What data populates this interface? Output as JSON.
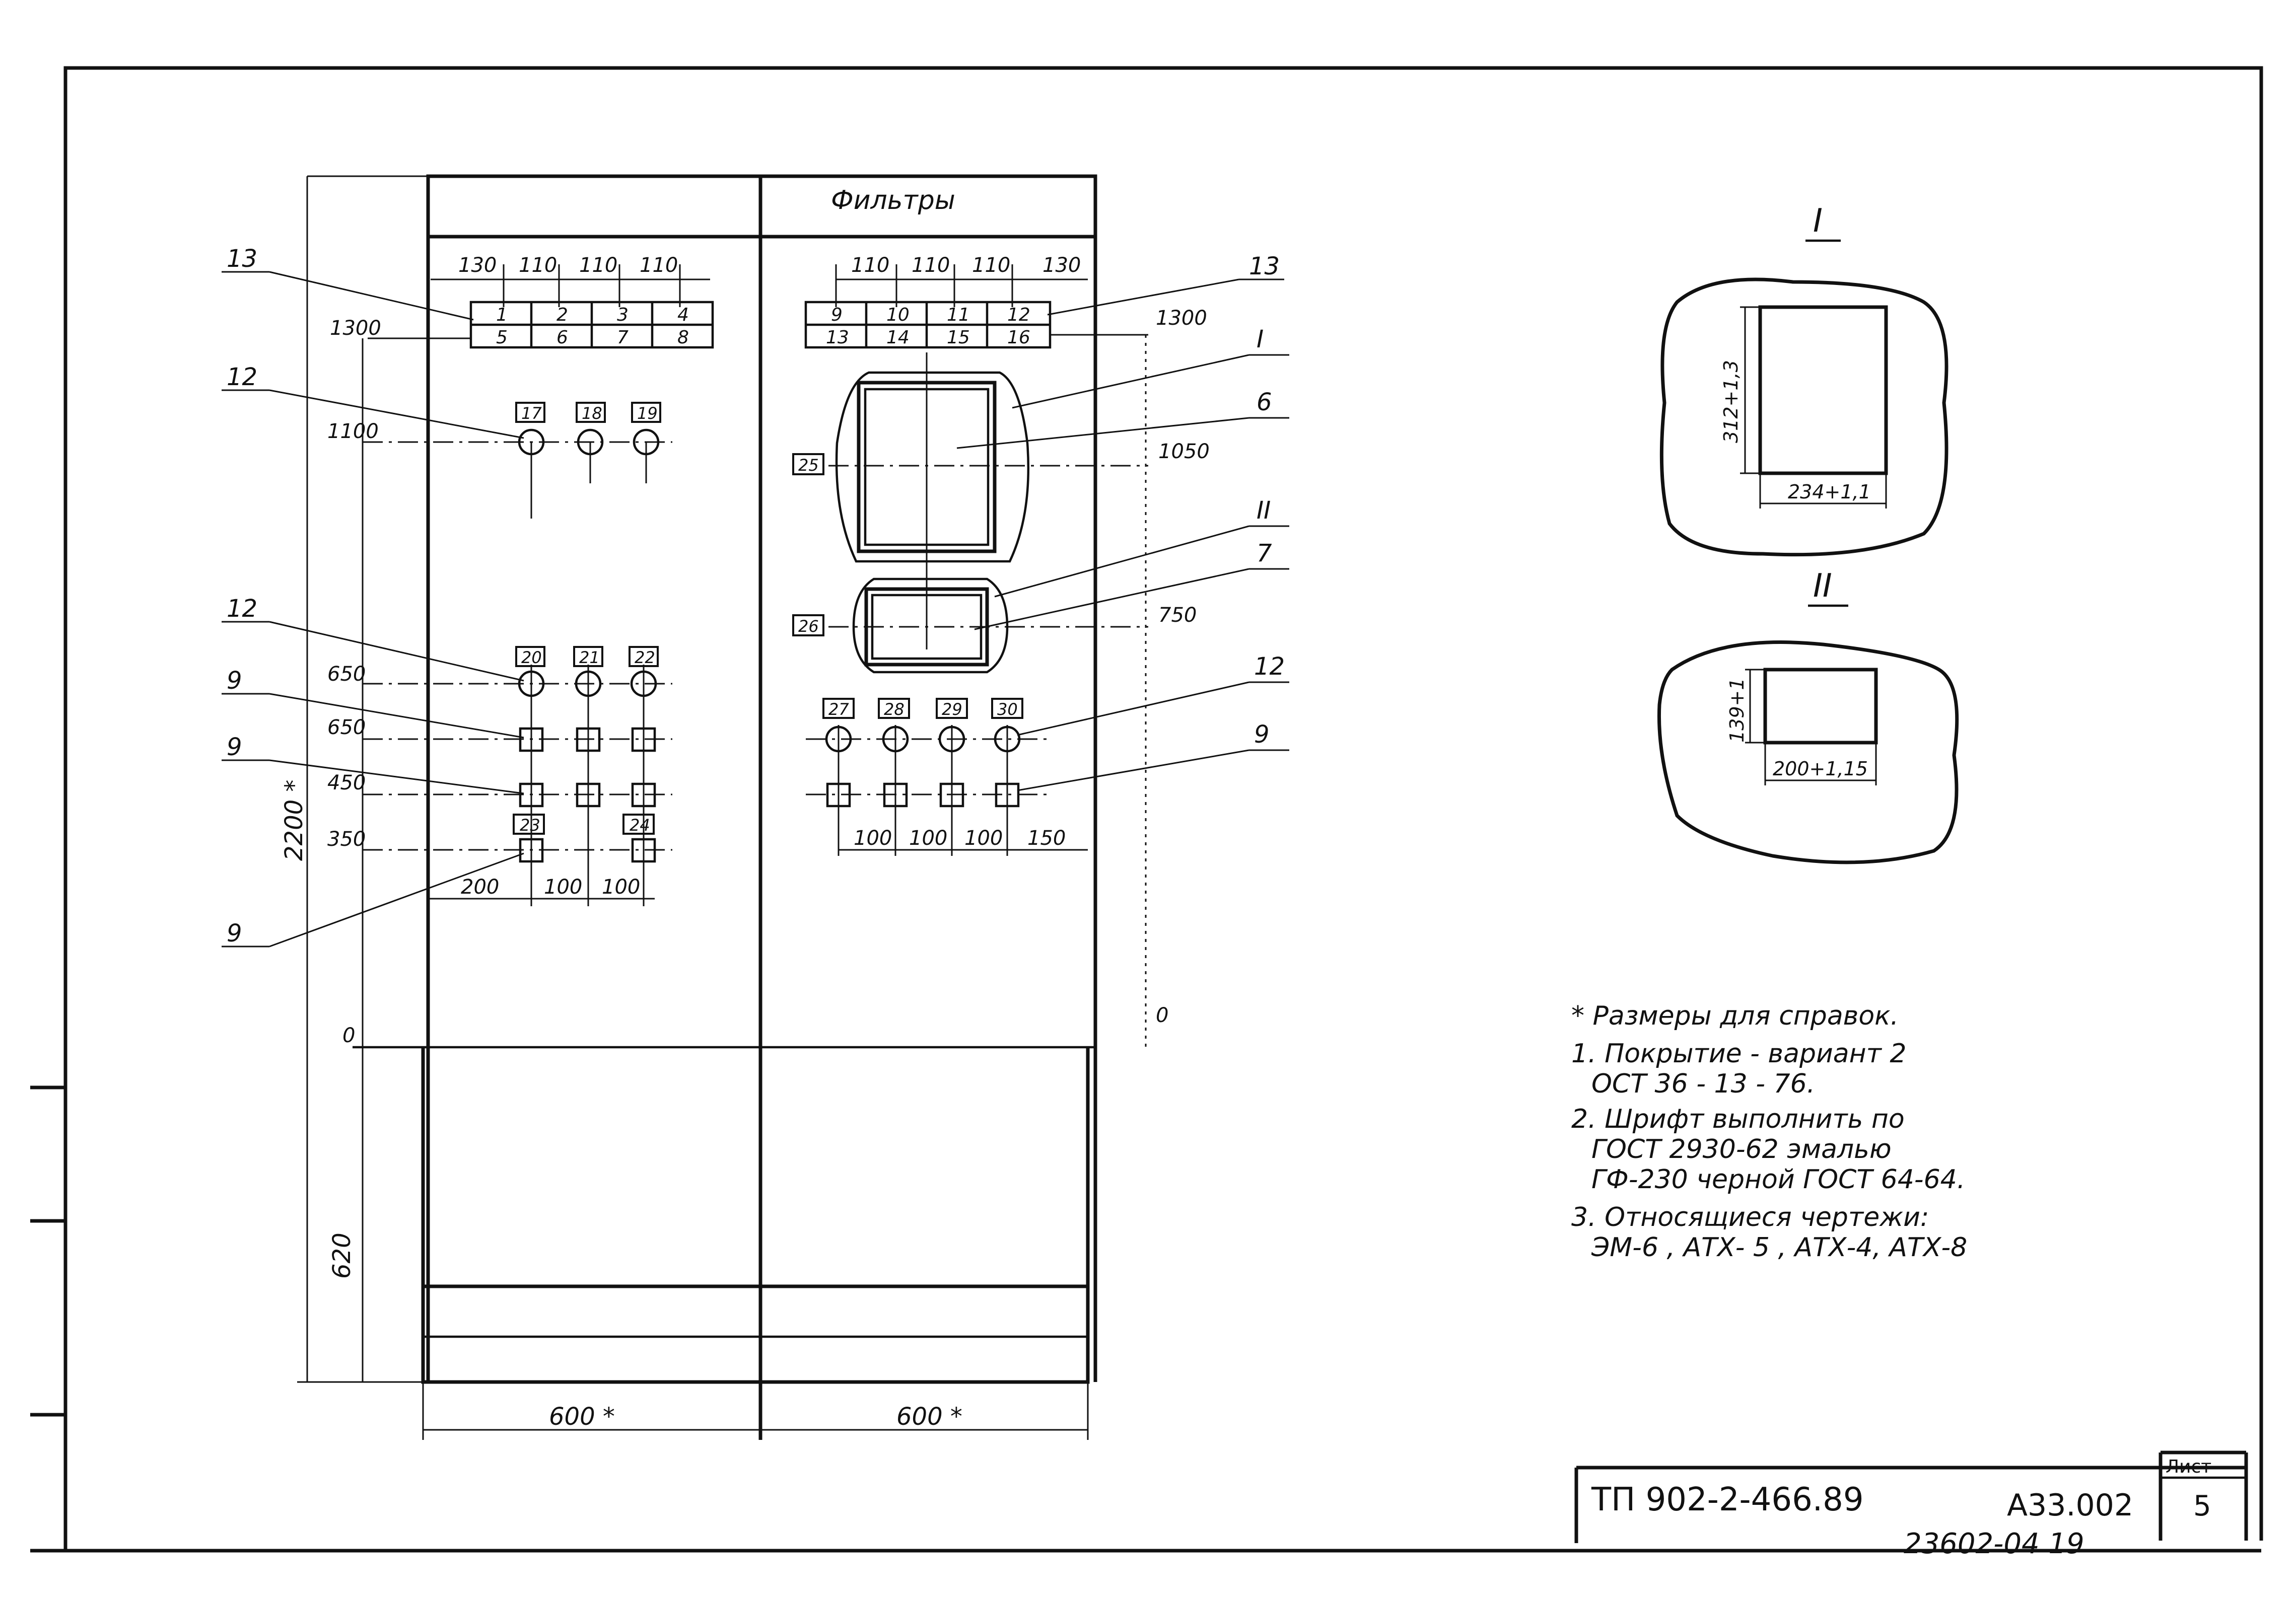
{
  "title_top": "Фильтры",
  "left_panel": {
    "top_dims": [
      "130",
      "110",
      "110",
      "110"
    ],
    "cells_row1": [
      "1",
      "2",
      "3",
      "4"
    ],
    "cells_row2": [
      "5",
      "6",
      "7",
      "8"
    ],
    "level_1300": "1300",
    "level_1100": "1100",
    "level_650a": "650",
    "level_650b": "650",
    "level_450": "450",
    "level_350": "350",
    "level_0": "0",
    "height_total": "2200 *",
    "height_base": "620",
    "width": "600 *",
    "bottom_dims": [
      "200",
      "100",
      "100"
    ],
    "lamp_tags_top": [
      "17",
      "18",
      "19"
    ],
    "lamp_tags_mid": [
      "20",
      "21",
      "22"
    ],
    "button_tags": [
      "23",
      "24"
    ]
  },
  "right_panel": {
    "top_dims": [
      "110",
      "110",
      "110",
      "130"
    ],
    "cells_row1": [
      "9",
      "10",
      "11",
      "12"
    ],
    "cells_row2": [
      "13",
      "14",
      "15",
      "16"
    ],
    "level_1300": "1300",
    "level_1050": "1050",
    "level_750": "750",
    "level_0": "0",
    "width": "600 *",
    "bottom_dims": [
      "100",
      "100",
      "100",
      "150"
    ],
    "lamp_tags": [
      "27",
      "28",
      "29",
      "30"
    ],
    "instrument_tags": [
      "25",
      "26"
    ]
  },
  "callouts": {
    "left": [
      "13",
      "12",
      "12",
      "9",
      "9",
      "9"
    ],
    "right": [
      "13",
      "I",
      "6",
      "II",
      "7",
      "12",
      "9"
    ]
  },
  "detail_views": {
    "view1": {
      "label": "I",
      "height": "312+1,3",
      "width": "234+1,1"
    },
    "view2": {
      "label": "II",
      "height": "139+1",
      "width": "200+1,15"
    }
  },
  "notes": {
    "ref": "* Размеры для справок.",
    "n1a": "1. Покрытие - вариант 2",
    "n1b": "ОСТ 36 - 13 - 76.",
    "n2a": "2. Шрифт выполнить по",
    "n2b": "ГОСТ 2930-62 эмалью",
    "n2c": "ГФ-230 черной ГОСТ 64-64.",
    "n3a": "3. Относящиеся чертежи:",
    "n3b": "ЭМ-6 , АТХ- 5 , АТХ-4, АТХ-8"
  },
  "title_block": {
    "doc_number": "ТП 902-2-466.89",
    "code": "А33.002",
    "sheet_label": "Лист",
    "sheet_number": "5",
    "archive_number": "23602-04 19"
  }
}
